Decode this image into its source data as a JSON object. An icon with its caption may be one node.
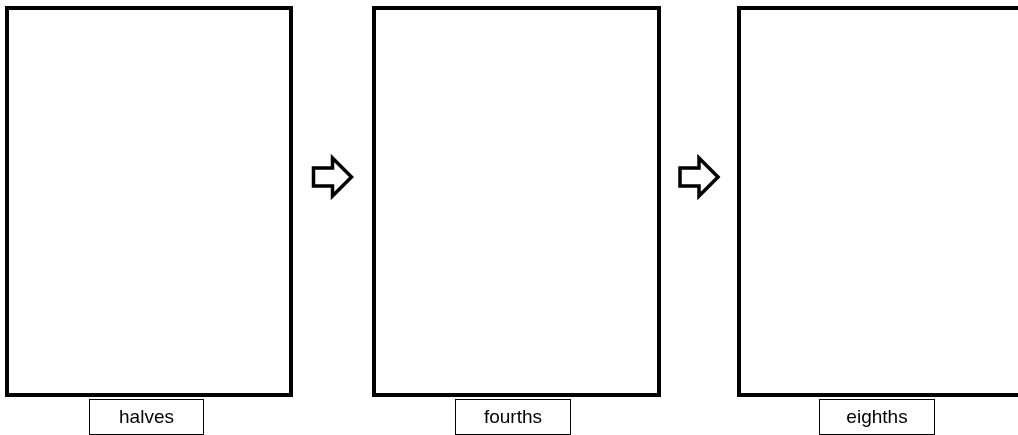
{
  "diagram": {
    "nodes": [
      {
        "text": [],
        "shape": "box"
      },
      {
        "text": [],
        "shape": "box"
      },
      {
        "text": [],
        "shape": "box"
      },
      {
        "text": [
          "halves"
        ]
      },
      {
        "text": [
          "fourths"
        ]
      },
      {
        "text": [
          "eighths"
        ]
      }
    ],
    "edges": [
      {
        "from": 0,
        "to": 1,
        "arrow": "to"
      },
      {
        "from": 1,
        "to": 2,
        "arrow": "to"
      }
    ]
  }
}
